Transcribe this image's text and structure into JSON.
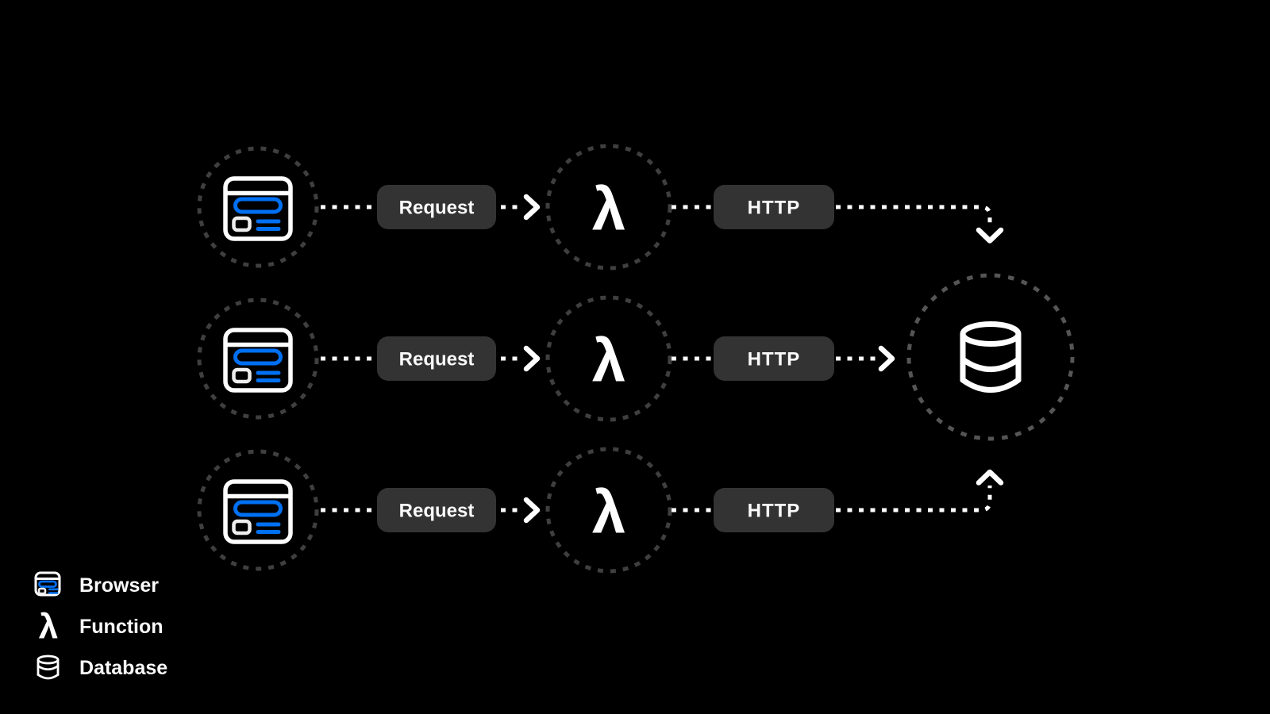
{
  "canvas": {
    "background": "#000000"
  },
  "colors": {
    "accent_blue": "#0070f3",
    "connector_white": "#ffffff",
    "badge_background": "#333333",
    "badge_text": "#fafafa",
    "node_circle_dash": "#3f3f3f",
    "database_circle_dash": "#555555"
  },
  "diagram": {
    "rows": [
      {
        "id": "top",
        "source_icon": "browser-icon",
        "action_label": "Request",
        "processor_symbol": "λ",
        "protocol_label": "HTTP",
        "end_arrow": "down"
      },
      {
        "id": "middle",
        "source_icon": "browser-icon",
        "action_label": "Request",
        "processor_symbol": "λ",
        "protocol_label": "HTTP",
        "end_arrow": "right"
      },
      {
        "id": "bottom",
        "source_icon": "browser-icon",
        "action_label": "Request",
        "processor_symbol": "λ",
        "protocol_label": "HTTP",
        "end_arrow": "up"
      }
    ],
    "sink": {
      "icon": "database-icon"
    }
  },
  "legend": {
    "items": [
      {
        "icon": "browser-icon",
        "label": "Browser"
      },
      {
        "icon": "lambda-icon",
        "symbol": "λ",
        "label": "Function"
      },
      {
        "icon": "database-icon",
        "label": "Database"
      }
    ]
  }
}
